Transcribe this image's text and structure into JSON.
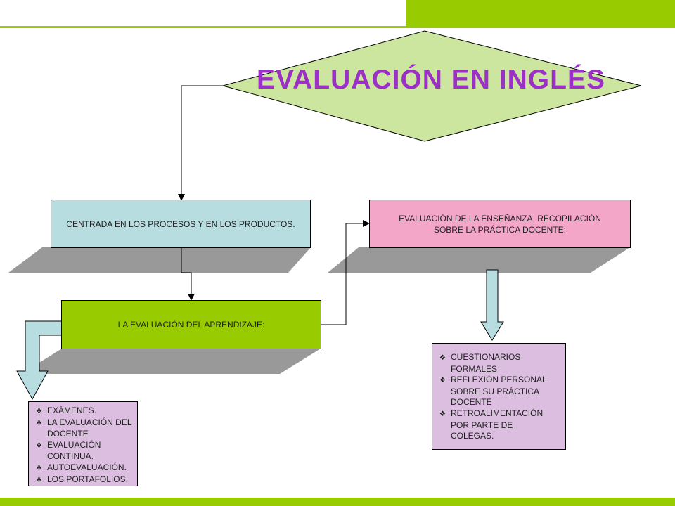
{
  "colors": {
    "accent_green": "#99cc00",
    "diamond_fill": "#cce6a0",
    "blue_box": "#b8dde0",
    "pink_box": "#f4a6c8",
    "green_box": "#99cc00",
    "lavender_box": "#dcbfe0",
    "shadow_gray": "#999999",
    "title_purple": "#9b2fc6"
  },
  "diagram": {
    "title": "EVALUACIÓN EN INGLÉS",
    "nodes": {
      "processes": "CENTRADA EN LOS PROCESOS Y EN LOS PRODUCTOS.",
      "teaching_line1": "EVALUACIÓN DE LA ENSEÑANZA, RECOPILACIÓN",
      "teaching_line2": "SOBRE LA PRÁCTICA DOCENTE:",
      "learning": "LA EVALUACIÓN DEL APRENDIZAJE:"
    },
    "learning_list": [
      {
        "text": "EXÁMENES."
      },
      {
        "text": "LA EVALUACIÓN DEL DOCENTE"
      },
      {
        "text": "EVALUACIÓN CONTINUA."
      },
      {
        "text": "AUTOEVALUACIÓN."
      },
      {
        "text": "LOS PORTAFOLIOS."
      }
    ],
    "teaching_list": [
      {
        "text": "CUESTIONARIOS FORMALES"
      },
      {
        "text": "REFLEXIÓN PERSONAL SOBRE SU PRÁCTICA DOCENTE"
      },
      {
        "text": "RETROALIMENTACIÓN POR PARTE DE COLEGAS."
      }
    ],
    "bullet_icon": "diamond-bullet-icon"
  }
}
